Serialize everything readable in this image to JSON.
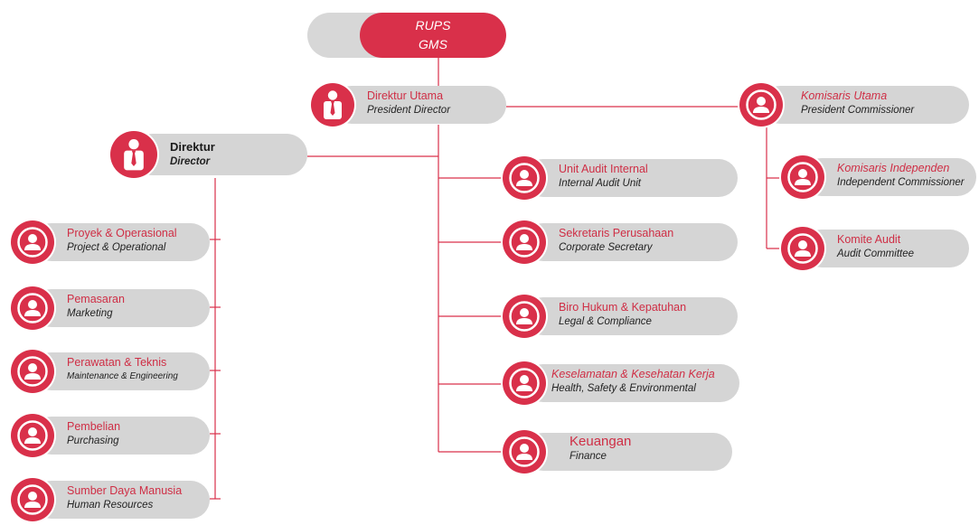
{
  "top": {
    "line1": "RUPS",
    "line2": "GMS"
  },
  "president_director": {
    "name": "Direktur Utama",
    "en": "President Director",
    "icon": "person-tie-icon"
  },
  "president_commissioner": {
    "name": "Komisaris Utama",
    "en": "President Commissioner",
    "icon": "person-icon"
  },
  "director": {
    "name": "Direktur",
    "en": "Director",
    "icon": "person-tie-icon"
  },
  "commissioner_units": [
    {
      "name": "Komisaris Independen",
      "en": "Independent Commissioner"
    },
    {
      "name": "Komite Audit",
      "en": "Audit Committee"
    }
  ],
  "president_units": [
    {
      "name": "Unit Audit Internal",
      "en": "Internal Audit Unit"
    },
    {
      "name": "Sekretaris Perusahaan",
      "en": "Corporate Secretary"
    },
    {
      "name": "Biro Hukum & Kepatuhan",
      "en": "Legal & Compliance"
    },
    {
      "name": "Keselamatan & Kesehatan Kerja",
      "en": "Health, Safety & Environmental"
    },
    {
      "name": "Keuangan",
      "en": "Finance"
    }
  ],
  "director_units": [
    {
      "name": "Proyek & Operasional",
      "en": "Project & Operational"
    },
    {
      "name": "Pemasaran",
      "en": "Marketing"
    },
    {
      "name": "Perawatan & Teknis",
      "en": "Maintenance & Engineering"
    },
    {
      "name": "Pembelian",
      "en": "Purchasing"
    },
    {
      "name": "Sumber Daya Manusia",
      "en": "Human Resources"
    }
  ],
  "colors": {
    "accent": "#d9304a",
    "pill": "#d5d5d5",
    "line": "#d9304a"
  }
}
